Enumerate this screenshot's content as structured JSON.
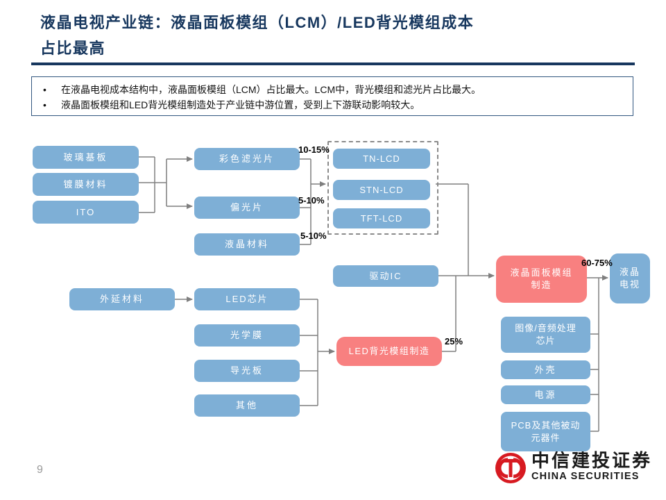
{
  "slide": {
    "title_lines": [
      "液晶电视产业链：液晶面板模组（LCM）/LED背光模组成本",
      "占比最高"
    ],
    "bullets": [
      "在液晶电视成本结构中，液晶面板模组（LCM）占比最大。LCM中，背光模组和滤光片占比最大。",
      "液晶面板模组和LED背光模组制造处于产业链中游位置，受到上下游联动影响较大。"
    ],
    "bullet_char": "•",
    "page_number": "9"
  },
  "diagram": {
    "nodes": {
      "glass": "玻璃基板",
      "coating": "镀膜材料",
      "ito": "ITO",
      "color_filter": "彩色滤光片",
      "polarizer": "偏光片",
      "lc_material": "液晶材料",
      "tn_lcd": "TN-LCD",
      "stn_lcd": "STN-LCD",
      "tft_lcd": "TFT-LCD",
      "driver_ic": "驱动IC",
      "epitaxy": "外延材料",
      "led_chip": "LED芯片",
      "optical_film": "光学膜",
      "light_guide": "导光板",
      "other": "其他",
      "led_backlight_mfg": "LED背光模组制造",
      "lcm_mfg": "液晶面板模组制造",
      "lcd_tv": "液晶电视",
      "av_chip": "图像/音频处理芯片",
      "shell": "外壳",
      "power": "电源",
      "pcb": "PCB及其他被动元器件"
    },
    "percents": {
      "color_filter": "10-15%",
      "polarizer": "5-10%",
      "lc_material": "5-10%",
      "led_backlight": "25%",
      "lcm": "60-75%"
    },
    "colors": {
      "node_blue": "#7EAFD6",
      "node_pink": "#F88080",
      "line_gray": "#7F7F7F",
      "title_navy": "#17375E"
    }
  },
  "footer": {
    "logo_icon": "citic-emblem",
    "logo_cn": "中信建投证券",
    "logo_en": "CHINA SECURITIES",
    "logo_red": "#D71A21"
  }
}
